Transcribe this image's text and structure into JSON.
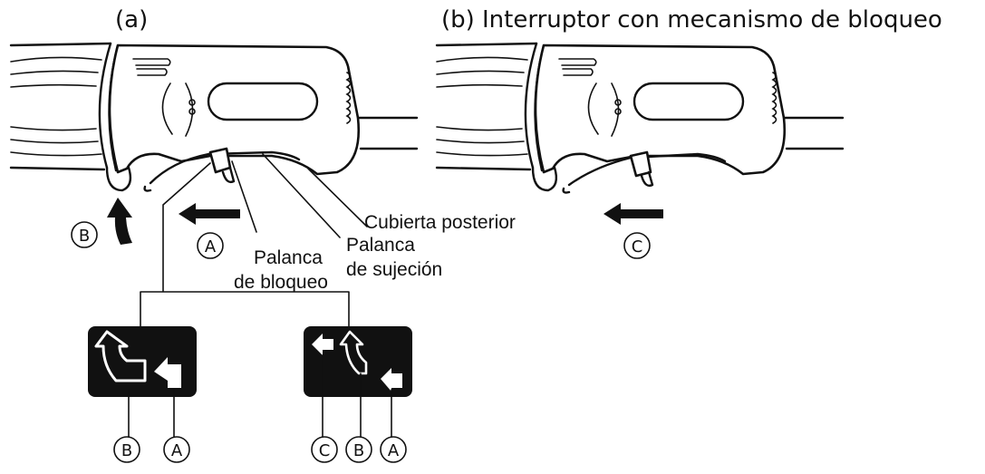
{
  "panel_a": {
    "label": "(a)",
    "callouts": {
      "cubierta_posterior": "Cubierta posterior",
      "palanca_sujecion_1": "Palanca",
      "palanca_sujecion_2": "de sujeción",
      "palanca_bloqueo_1": "Palanca",
      "palanca_bloqueo_2": "de bloqueo"
    },
    "markers": {
      "a": "A",
      "b": "B"
    },
    "icon_left_markers": [
      "B",
      "A"
    ],
    "icon_right_markers": [
      "C",
      "B",
      "A"
    ]
  },
  "panel_b": {
    "label": "(b)",
    "title": "Interruptor con mecanismo de bloqueo",
    "markers": {
      "c": "C"
    }
  },
  "colors": {
    "ink": "#111111",
    "background": "#ffffff",
    "icon_fill": "#111111",
    "icon_arrow": "#ffffff"
  }
}
